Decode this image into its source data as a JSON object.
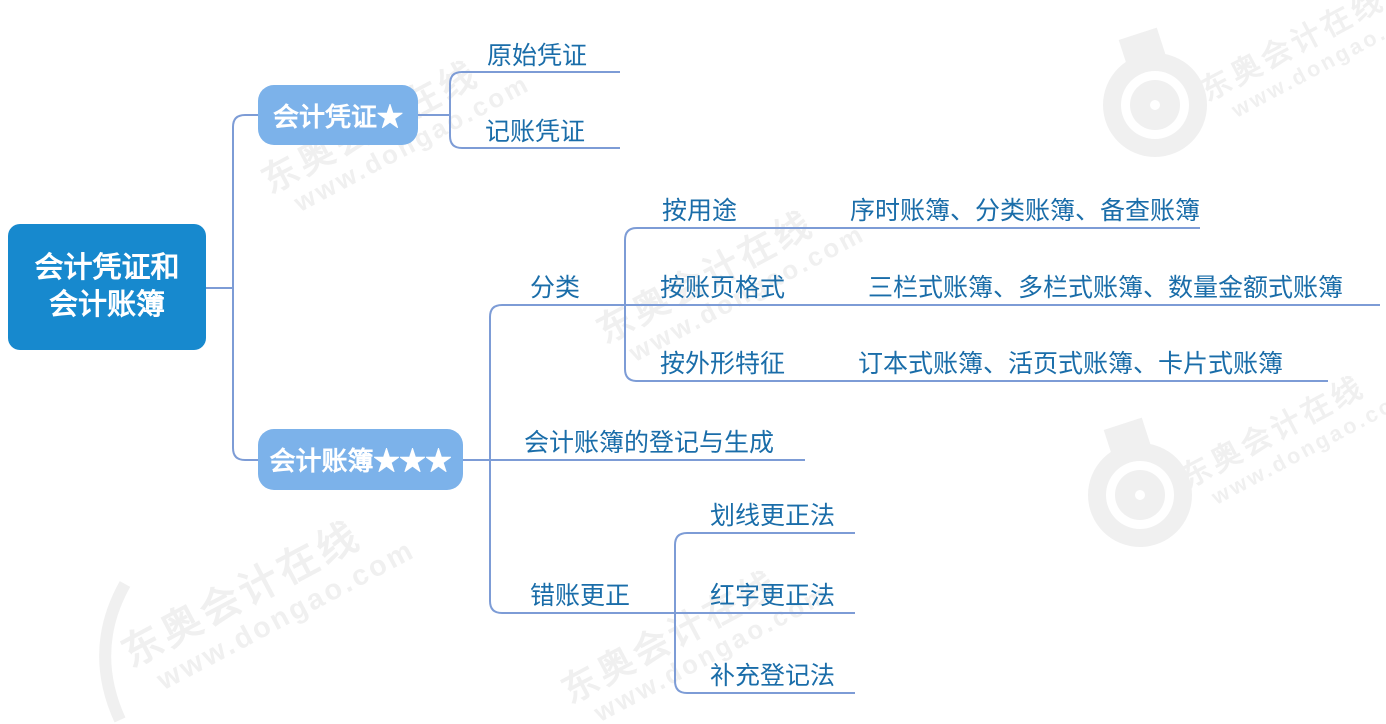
{
  "mindmap": {
    "root": {
      "title_line1": "会计凭证和",
      "title_line2": "会计账簿"
    },
    "accounting_vouchers": {
      "label": "会计凭证★",
      "original_voucher": "原始凭证",
      "bookkeeping_voucher": "记账凭证"
    },
    "accounting_books": {
      "label": "会计账簿★★★",
      "classification": {
        "label": "分类",
        "by_purpose": {
          "label": "按用途",
          "items": "序时账簿、分类账簿、备查账簿"
        },
        "by_page_format": {
          "label": "按账页格式",
          "items": "三栏式账簿、多栏式账簿、数量金额式账簿"
        },
        "by_appearance": {
          "label": "按外形特征",
          "items": "订本式账簿、活页式账簿、卡片式账簿"
        }
      },
      "registration": "会计账簿的登记与生成",
      "error_correction": {
        "label": "错账更正",
        "crossing_out_method": "划线更正法",
        "red_ink_method": "红字更正法",
        "supplementary_method": "补充登记法"
      }
    }
  },
  "watermark": {
    "brand": "东奥会计在线",
    "url": "www.dongao.com"
  },
  "colors": {
    "root_fill": "#1789ce",
    "branch_fill": "#7cb2ea",
    "connector": "#7d9cd6",
    "text": "#1a6da9",
    "watermark": "#f0f0f0"
  }
}
